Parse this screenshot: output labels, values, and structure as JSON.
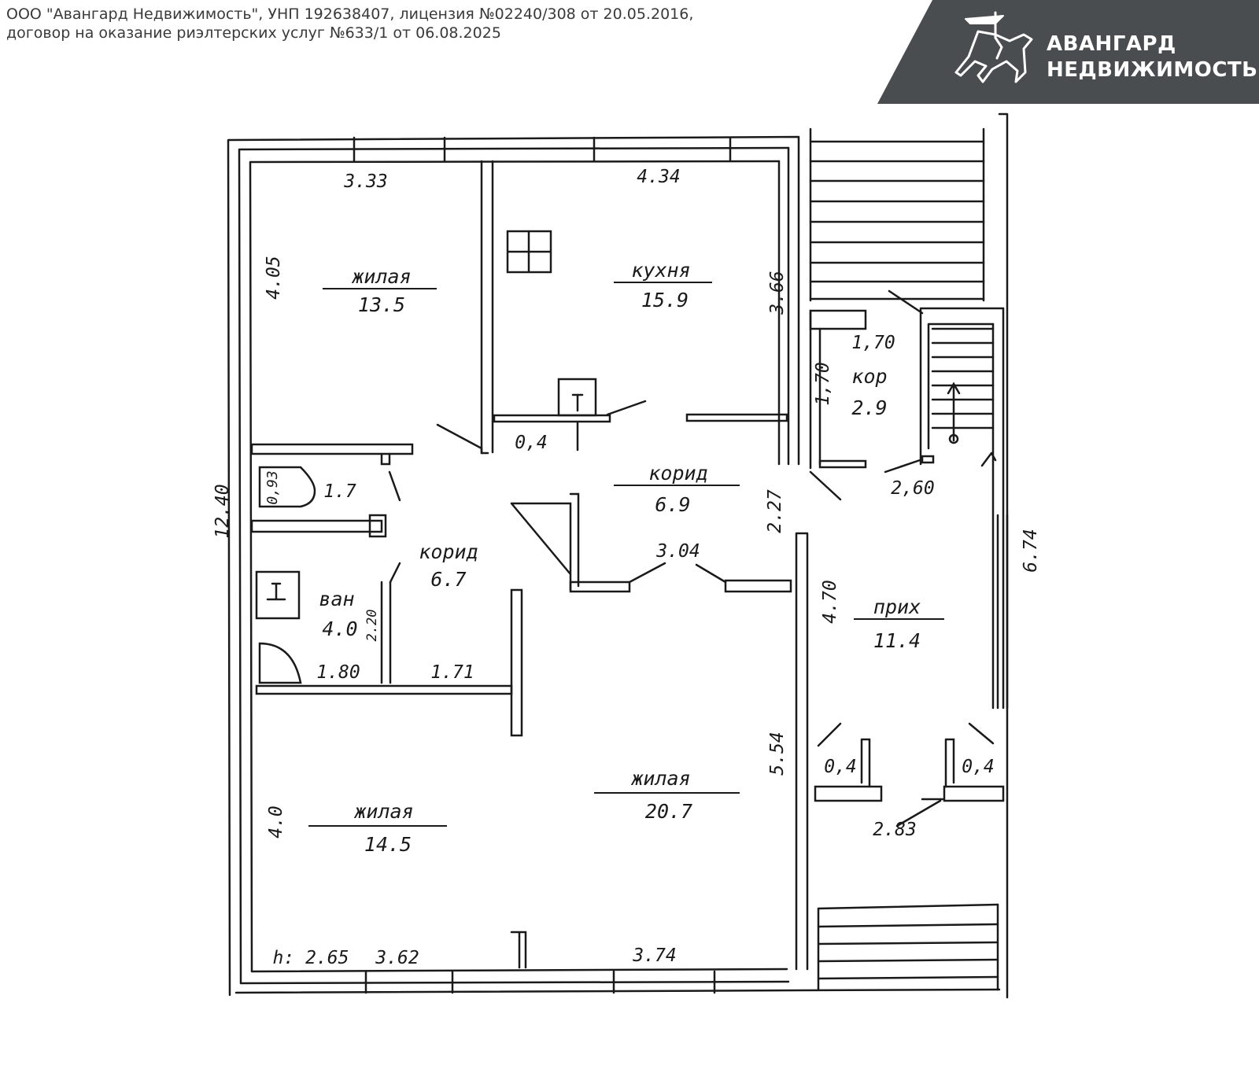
{
  "header": {
    "line1": "ООО \"Авангард Недвижимость\", УНП 192638407, лицензия №02240/308 от 20.05.2016,",
    "line2": "договор на оказание риэлтерских услуг №633/1 от 06.08.2025"
  },
  "brand": {
    "name_line1": "АВАНГАРД",
    "name_line2": "НЕДВИЖИМОСТЬ",
    "banner_color": "#4a4d4f",
    "logo_icon": "knight-on-horse-icon"
  },
  "rooms": {
    "living_top": {
      "name": "жилая",
      "area": "13.5"
    },
    "kitchen": {
      "name": "кухня",
      "area": "15.9"
    },
    "corridor_small": {
      "name": "кор",
      "area": "2.9"
    },
    "corridor_main": {
      "name": "корид",
      "area": "6.9"
    },
    "corridor_left": {
      "name": "корид",
      "area": "6.7"
    },
    "bath": {
      "name": "ван",
      "area": "4.0"
    },
    "hall": {
      "name": "прих",
      "area": "11.4"
    },
    "living_middle": {
      "name": "жилая",
      "area": "20.7"
    },
    "living_bottom": {
      "name": "жилая",
      "area": "14.5"
    }
  },
  "dimensions": {
    "d_333": "3.33",
    "d_434": "4.34",
    "d_405": "4.05",
    "d_366": "3.66",
    "d_170h": "1,70",
    "d_170v": "1,70",
    "d_04_kitchen": "0,4",
    "d_1240": "12.40",
    "d_093": "0,93",
    "d_17": "1.7",
    "d_227": "2.27",
    "d_260": "2,60",
    "d_674": "6.74",
    "d_304": "3.04",
    "d_470": "4.70",
    "d_220": "2.20",
    "d_180": "1.80",
    "d_171": "1.71",
    "d_554": "5.54",
    "d_04_left": "0,4",
    "d_04_right": "0,4",
    "d_283": "2.83",
    "d_40": "4.0",
    "d_height": "h: 2.65",
    "d_362": "3.62",
    "d_374": "3.74"
  }
}
